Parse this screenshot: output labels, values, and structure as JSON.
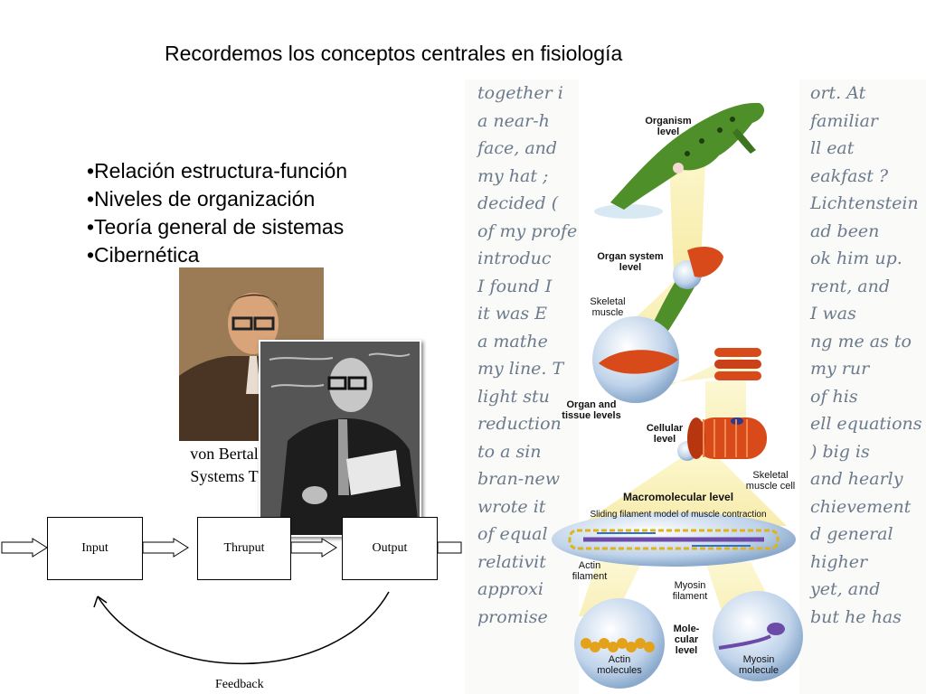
{
  "slide": {
    "title": "Recordemos los conceptos centrales en fisiología",
    "bullets": [
      "•Relación estructura-función",
      "•Niveles de organización",
      "•Teoría general de sistemas",
      "•Cibernética"
    ]
  },
  "photos": {
    "bertalanffy_caption_line1": "von Bertal",
    "bertalanffy_caption_line2": "Systems T"
  },
  "systems_diagram": {
    "input": "Input",
    "thruput": "Thruput",
    "output": "Output",
    "feedback": "Feedback"
  },
  "biology_figure": {
    "organism_level": "Organism level",
    "organ_system_level": "Organ system level",
    "skeletal_muscle": "Skeletal muscle",
    "organ_tissue_levels": "Organ and tissue levels",
    "cellular_level": "Cellular level",
    "skeletal_muscle_cell": "Skeletal muscle cell",
    "macromolecular_level": "Macromolecular level",
    "sliding_filament": "Sliding filament model of muscle contraction",
    "actin_filament": "Actin filament",
    "myosin_filament": "Myosin filament",
    "molecular_level": "Mole- cular level",
    "actin_molecules": "Actin molecules",
    "myosin_molecule": "Myosin molecule"
  },
  "handwriting": {
    "left": [
      "together i",
      "a near-h",
      "face, and",
      "my hat ;",
      "decided (",
      "of my profe",
      "introduc",
      "I found I",
      "it was E",
      "a mathe",
      "my line. T",
      "light stu",
      "reduction",
      "to a sin",
      "bran-new",
      "wrote it",
      "of equal",
      "relativit",
      "approxi",
      "promise"
    ],
    "right": [
      "ort. At",
      "familiar",
      "ll eat",
      "eakfast ?",
      "Lichtenstein",
      "ad been",
      "ok him up.",
      "rent, and",
      "I was",
      "ng me as to",
      "my rur",
      "of his",
      "ell equations",
      ") big is",
      "and hearly",
      "chievement",
      "d general",
      "higher",
      "yet, and",
      "but he has"
    ]
  },
  "colors": {
    "frog": "#4f8f2a",
    "muscle": "#d94a1a",
    "glow": "#f6eba0",
    "sphere": "#bfd3ea"
  }
}
